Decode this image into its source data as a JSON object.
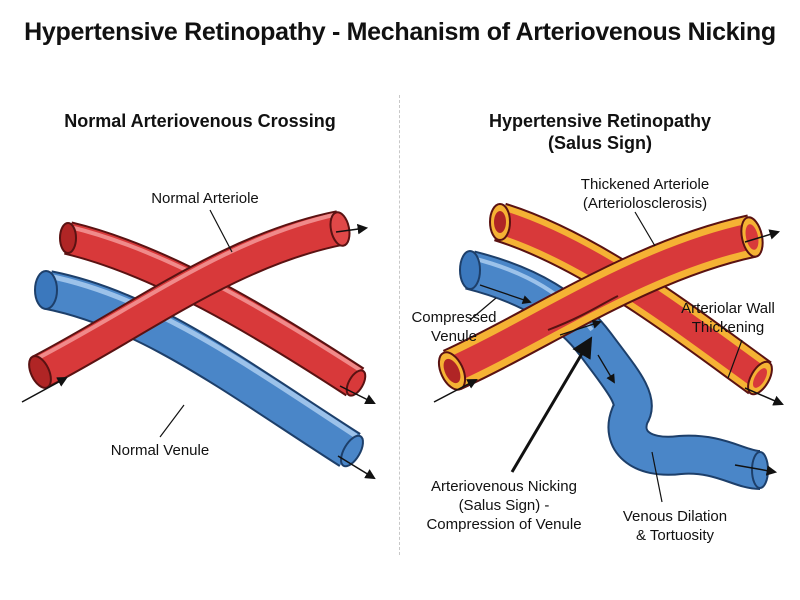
{
  "title": "Hypertensive Retinopathy - Mechanism of Arteriovenous Nicking",
  "left_panel": {
    "title": "Normal Arteriovenous Crossing",
    "arteriole_label": "Normal Arteriole",
    "venule_label": "Normal Venule"
  },
  "right_panel": {
    "title_line1": "Hypertensive Retinopathy",
    "title_line2": "(Salus Sign)",
    "thickened_line1": "Thickened Arteriole",
    "thickened_line2": "(Arteriolosclerosis)",
    "compressed_line1": "Compressed",
    "compressed_line2": "Venule",
    "wall_line1": "Arteriolar Wall",
    "wall_line2": "Thickening",
    "nicking_line1": "Arteriovenous Nicking",
    "nicking_line2": "(Salus Sign) -",
    "nicking_line3": "Compression of Venule",
    "dilation_line1": "Venous Dilation",
    "dilation_line2": "& Tortuosity"
  },
  "colors": {
    "artery": "#d8393a",
    "artery_light": "#f08a8a",
    "vein": "#4a86c8",
    "vein_light": "#9cc2ea",
    "thickened_wall": "#f5b234"
  }
}
